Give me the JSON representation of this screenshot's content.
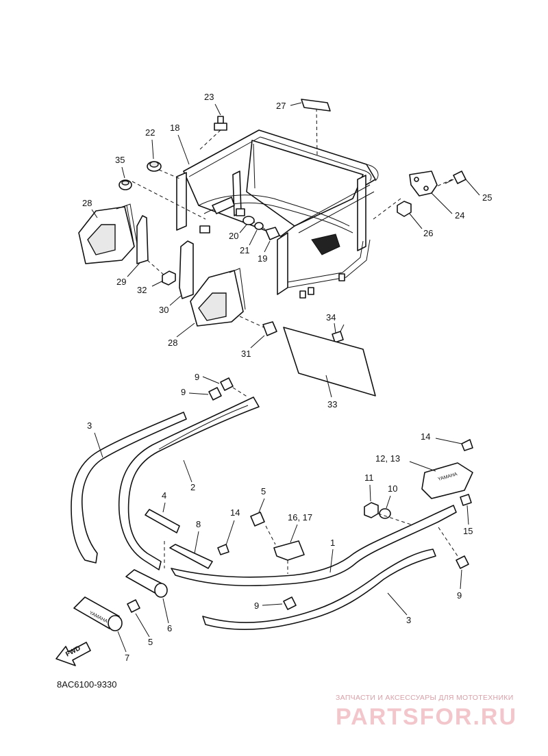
{
  "callouts": [
    {
      "id": "c23",
      "text": "23"
    },
    {
      "id": "c27",
      "text": "27"
    },
    {
      "id": "c22",
      "text": "22"
    },
    {
      "id": "c18",
      "text": "18"
    },
    {
      "id": "c35",
      "text": "35"
    },
    {
      "id": "c25",
      "text": "25"
    },
    {
      "id": "c28a",
      "text": "28"
    },
    {
      "id": "c24",
      "text": "24"
    },
    {
      "id": "c20",
      "text": "20"
    },
    {
      "id": "c26",
      "text": "26"
    },
    {
      "id": "c21",
      "text": "21"
    },
    {
      "id": "c19",
      "text": "19"
    },
    {
      "id": "c29",
      "text": "29"
    },
    {
      "id": "c32",
      "text": "32"
    },
    {
      "id": "c30",
      "text": "30"
    },
    {
      "id": "c34",
      "text": "34"
    },
    {
      "id": "c28b",
      "text": "28"
    },
    {
      "id": "c31",
      "text": "31"
    },
    {
      "id": "c33",
      "text": "33"
    },
    {
      "id": "c9a",
      "text": "9"
    },
    {
      "id": "c9b",
      "text": "9"
    },
    {
      "id": "c3a",
      "text": "3"
    },
    {
      "id": "c14a",
      "text": "14"
    },
    {
      "id": "c1213",
      "text": "12, 13"
    },
    {
      "id": "c2",
      "text": "2"
    },
    {
      "id": "c11",
      "text": "11"
    },
    {
      "id": "c10",
      "text": "10"
    },
    {
      "id": "c4",
      "text": "4"
    },
    {
      "id": "c5a",
      "text": "5"
    },
    {
      "id": "c15",
      "text": "15"
    },
    {
      "id": "c14b",
      "text": "14"
    },
    {
      "id": "c1617",
      "text": "16, 17"
    },
    {
      "id": "c8",
      "text": "8"
    },
    {
      "id": "c1",
      "text": "1"
    },
    {
      "id": "c9c",
      "text": "9"
    },
    {
      "id": "c9d",
      "text": "9"
    },
    {
      "id": "c3b",
      "text": "3"
    },
    {
      "id": "c6",
      "text": "6"
    },
    {
      "id": "c5b",
      "text": "5"
    },
    {
      "id": "c7",
      "text": "7"
    }
  ],
  "fwd_label": "FWD",
  "brand_on_part": "YAMAHA",
  "diagram_code": "8AC6100-9330",
  "watermark": {
    "tagline": "ЗАПЧАСТИ И АКСЕССУАРЫ ДЛЯ МОТОТЕХНИКИ",
    "brand": "PARTSFOR.RU"
  }
}
